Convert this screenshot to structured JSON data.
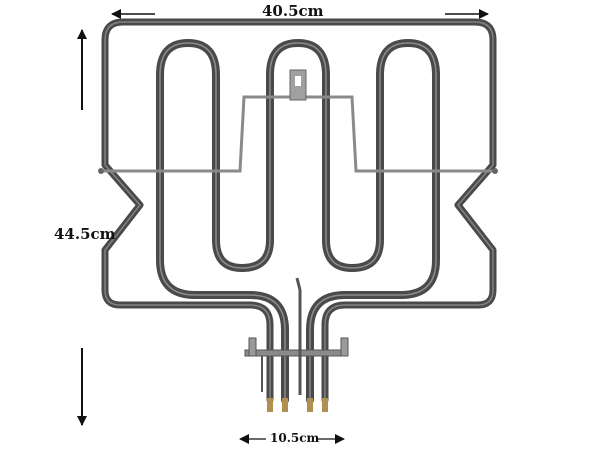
{
  "dimensions": {
    "width_label": "40.5cm",
    "height_label": "44.5cm",
    "terminal_spacing_label": "10.5cm"
  },
  "colors": {
    "element_tube": "#4a4a4a",
    "element_highlight": "#9a9a9a",
    "bracket": "#8a8a8a",
    "arrow": "#111111",
    "background": "#ffffff"
  }
}
